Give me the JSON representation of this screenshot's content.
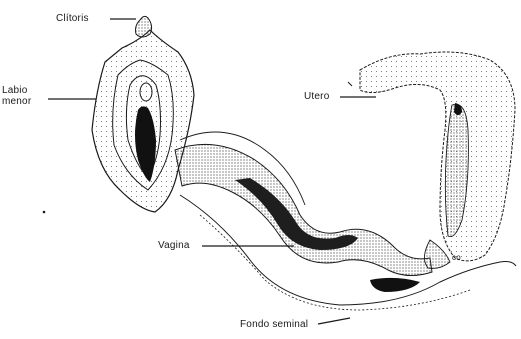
{
  "labels": {
    "clitoris": "Clítoris",
    "labio_menor": "Labio\nmenor",
    "utero": "Utero",
    "vagina": "Vagina",
    "fondo_seminal": "Fondo seminal",
    "cervix_abbr": "co"
  },
  "colors": {
    "ink": "#1a1a1a",
    "stipple": "#3a3a3a",
    "background": "#ffffff"
  }
}
